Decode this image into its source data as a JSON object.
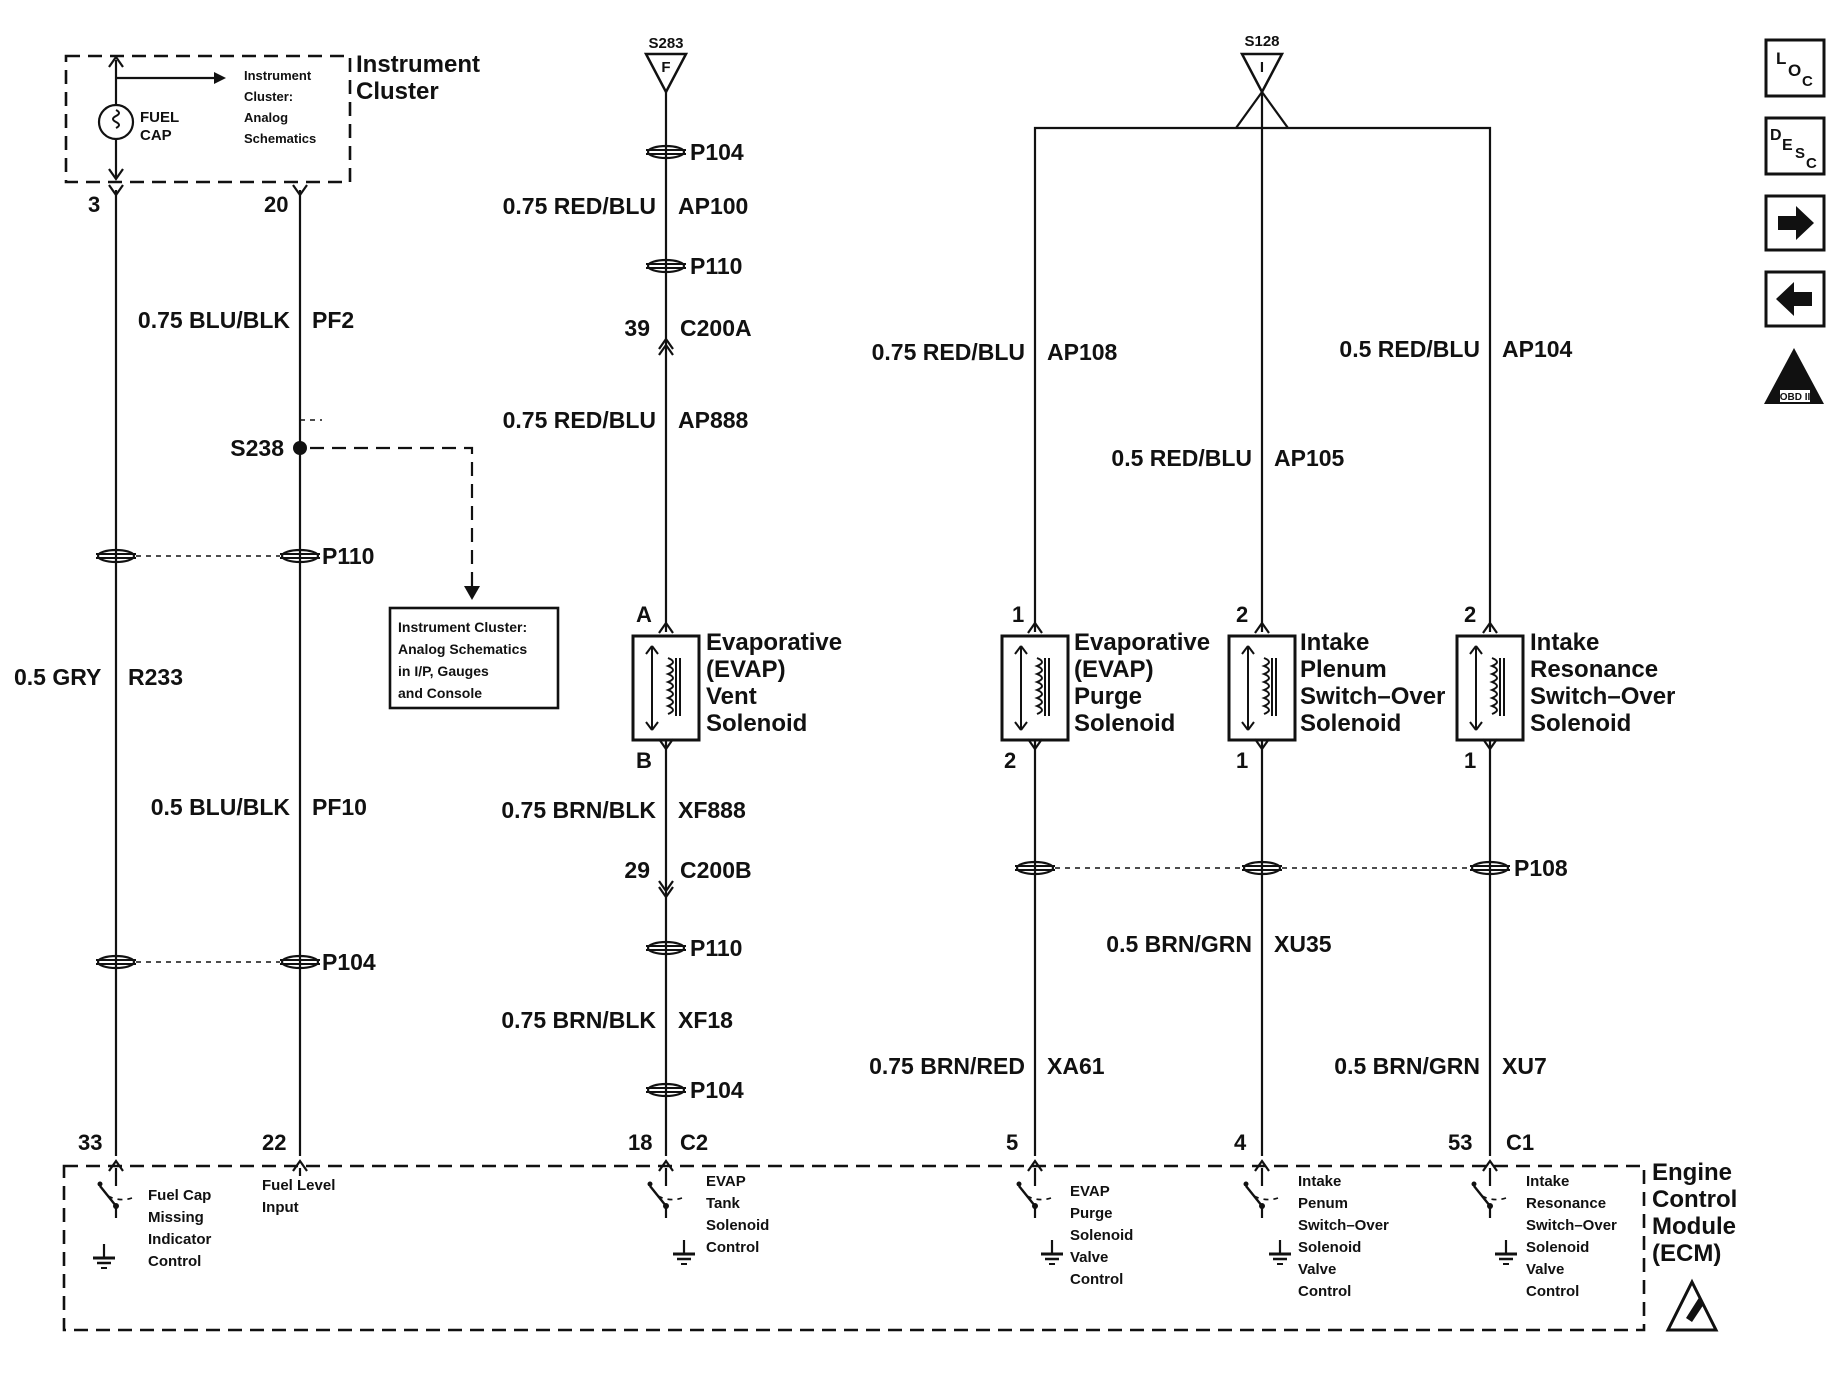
{
  "nav": {
    "loc": {
      "l": "L",
      "o": "O",
      "c": "C"
    },
    "desc": {
      "d": "D",
      "e": "E",
      "s": "S",
      "c": "C"
    },
    "obd": "OBD II"
  },
  "splices": {
    "s283": "S283",
    "s283_letter": "F",
    "s128": "S128",
    "s128_letter": "I"
  },
  "instrument_cluster": {
    "title_line1": "Instrument",
    "title_line2": "Cluster",
    "fuel": "FUEL",
    "cap": "CAP",
    "ref_line1": "Instrument",
    "ref_line2": "Cluster:",
    "ref_line3": "Analog",
    "ref_line4": "Schematics",
    "pin_left": "3",
    "pin_right": "20"
  },
  "ref_box": {
    "line1": "Instrument Cluster:",
    "line2": "Analog Schematics",
    "line3": "in I/P, Gauges",
    "line4": "and Console"
  },
  "wires": {
    "w1_gauge": "0.5 GRY",
    "w1_circuit": "R233",
    "w2a_gauge": "0.75 BLU/BLK",
    "w2a_circuit": "PF2",
    "w2b_gauge": "0.5 BLU/BLK",
    "w2b_circuit": "PF10",
    "w3a_gauge": "0.75 RED/BLU",
    "w3a_circuit": "AP100",
    "w3b_gauge": "0.75 RED/BLU",
    "w3b_circuit": "AP888",
    "w3c_gauge": "0.75 BRN/BLK",
    "w3c_circuit": "XF888",
    "w3d_gauge": "0.75 BRN/BLK",
    "w3d_circuit": "XF18",
    "w4a_gauge": "0.75 RED/BLU",
    "w4a_circuit": "AP108",
    "w4b_gauge": "0.75 BRN/RED",
    "w4b_circuit": "XA61",
    "w5a_gauge": "0.5 RED/BLU",
    "w5a_circuit": "AP105",
    "w5b_gauge": "0.5 BRN/GRN",
    "w5b_circuit": "XU35",
    "w6a_gauge": "0.5 RED/BLU",
    "w6a_circuit": "AP104",
    "w6b_gauge": "0.5 BRN/GRN",
    "w6b_circuit": "XU7"
  },
  "connectors": {
    "p104": "P104",
    "p110": "P110",
    "p108": "P108",
    "c200a": "C200A",
    "c200a_pin": "39",
    "c200b": "C200B",
    "c200b_pin": "29",
    "s238": "S238"
  },
  "solenoids": {
    "vent": {
      "pin_top": "A",
      "pin_bottom": "B",
      "l1": "Evaporative",
      "l2": "(EVAP)",
      "l3": "Vent",
      "l4": "Solenoid"
    },
    "purge": {
      "pin_top": "1",
      "pin_bottom": "2",
      "l1": "Evaporative",
      "l2": "(EVAP)",
      "l3": "Purge",
      "l4": "Solenoid"
    },
    "plenum": {
      "pin_top": "2",
      "pin_bottom": "1",
      "l1": "Intake",
      "l2": "Plenum",
      "l3": "Switch–Over",
      "l4": "Solenoid"
    },
    "resonance": {
      "pin_top": "2",
      "pin_bottom": "1",
      "l1": "Intake",
      "l2": "Resonance",
      "l3": "Switch–Over",
      "l4": "Solenoid"
    }
  },
  "ecm": {
    "title_line1": "Engine",
    "title_line2": "Control",
    "title_line3": "Module",
    "title_line4": "(ECM)",
    "pin_33": "33",
    "pin_22": "22",
    "pin_18": "18",
    "conn_c2": "C2",
    "pin_5": "5",
    "pin_4": "4",
    "pin_53": "53",
    "conn_c1": "C1",
    "fc": {
      "l1": "Fuel Cap",
      "l2": "Missing",
      "l3": "Indicator",
      "l4": "Control"
    },
    "fl": {
      "l1": "Fuel Level",
      "l2": "Input"
    },
    "tank": {
      "l1": "EVAP",
      "l2": "Tank",
      "l3": "Solenoid",
      "l4": "Control"
    },
    "purge": {
      "l1": "EVAP",
      "l2": "Purge",
      "l3": "Solenoid",
      "l4": "Valve",
      "l5": "Control"
    },
    "plenum": {
      "l1": "Intake",
      "l2": "Penum",
      "l3": "Switch–Over",
      "l4": "Solenoid",
      "l5": "Valve",
      "l6": "Control"
    },
    "resonance": {
      "l1": "Intake",
      "l2": "Resonance",
      "l3": "Switch–Over",
      "l4": "Solenoid",
      "l5": "Valve",
      "l6": "Control"
    }
  }
}
